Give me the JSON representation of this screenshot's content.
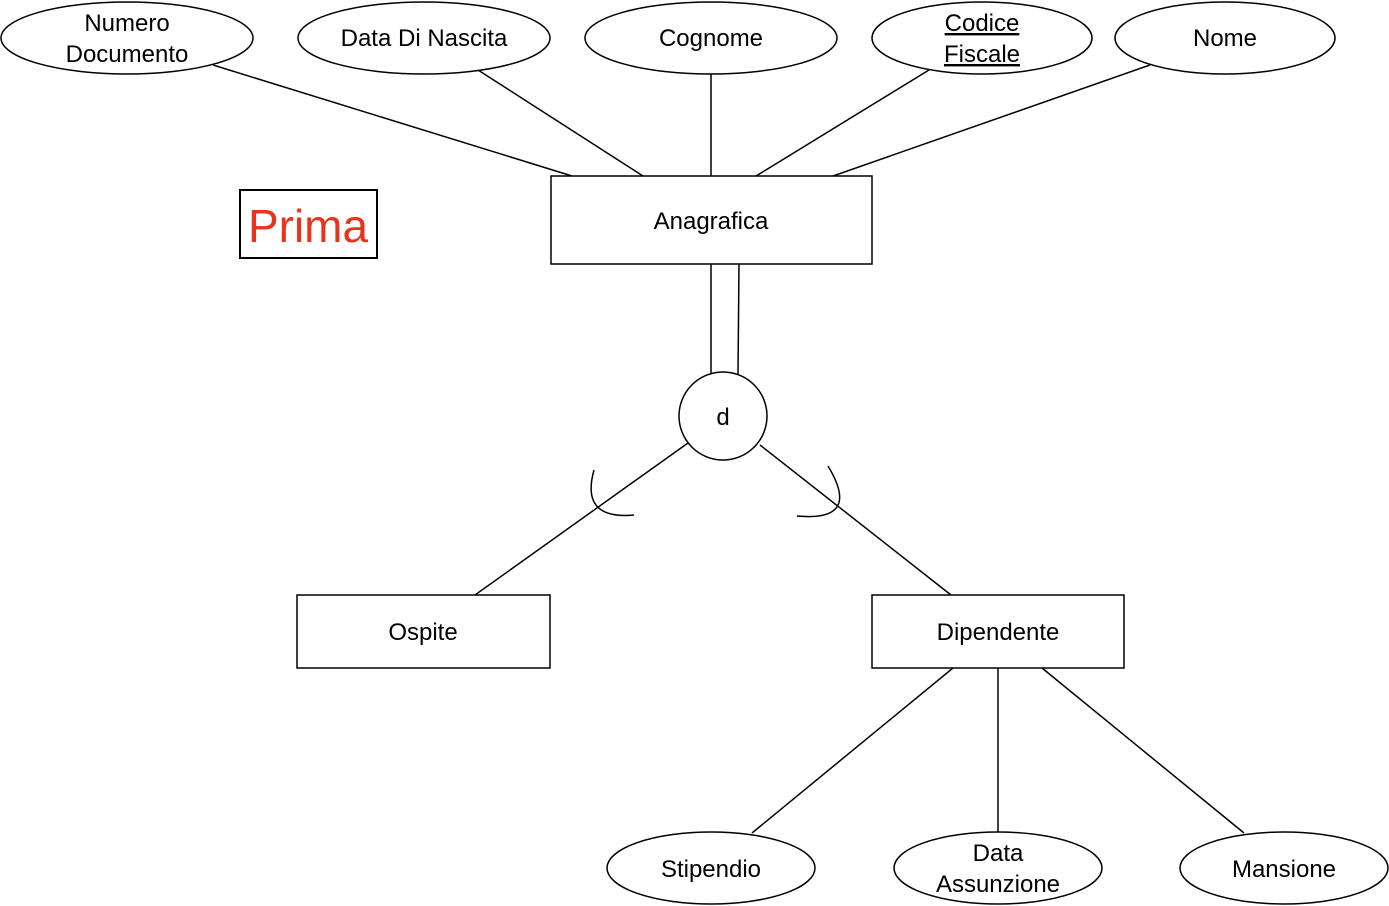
{
  "title_tag": {
    "text": "Prima",
    "color": "#e8341c"
  },
  "entities": {
    "anagrafica": "Anagrafica",
    "ospite": "Ospite",
    "dipendente": "Dipendente"
  },
  "attributes": {
    "numero_documento": [
      "Numero",
      "Documento"
    ],
    "data_di_nascita": "Data Di Nascita",
    "cognome": "Cognome",
    "codice_fiscale": [
      "Codice",
      "Fiscale"
    ],
    "nome": "Nome",
    "stipendio": "Stipendio",
    "data_assunzione": [
      "Data",
      "Assunzione"
    ],
    "mansione": "Mansione"
  },
  "generalization": {
    "label": "d"
  }
}
